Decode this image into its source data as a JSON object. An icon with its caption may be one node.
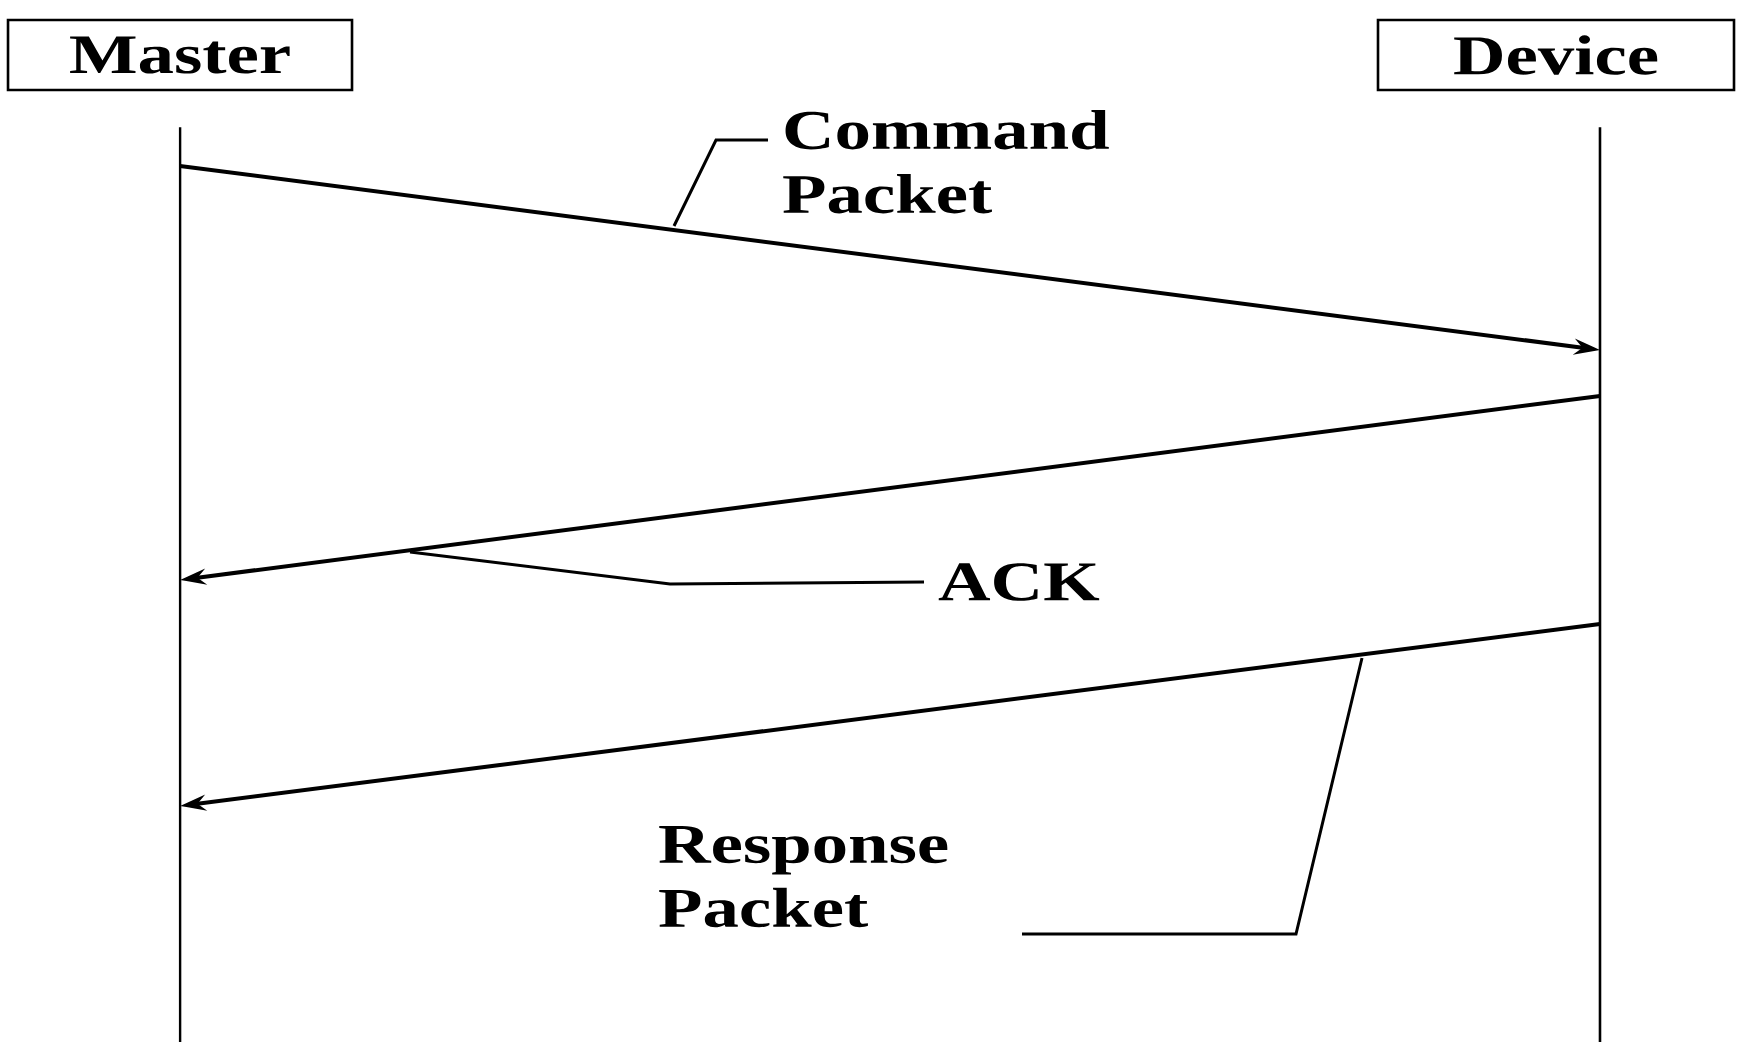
{
  "diagram": {
    "nodes": [
      {
        "text": [
          "Master"
        ]
      },
      {
        "text": [
          "Device"
        ]
      },
      {
        "text": [],
        "shape": "bar"
      },
      {
        "text": [],
        "shape": "bar"
      },
      {
        "text": [
          "Command Packet"
        ]
      },
      {
        "text": [
          "ACK"
        ]
      },
      {
        "text": [
          "Response Packet"
        ]
      }
    ],
    "edges": [
      {
        "from": 2,
        "to": 3,
        "arrow": "to"
      },
      {
        "from": 3,
        "to": 2,
        "arrow": "to"
      },
      {
        "from": 3,
        "to": 2,
        "arrow": "to"
      },
      {
        "from": 4,
        "to": null,
        "arrow": "none"
      },
      {
        "from": 5,
        "to": null,
        "arrow": "none"
      },
      {
        "from": 6,
        "to": null,
        "arrow": "none"
      }
    ]
  }
}
